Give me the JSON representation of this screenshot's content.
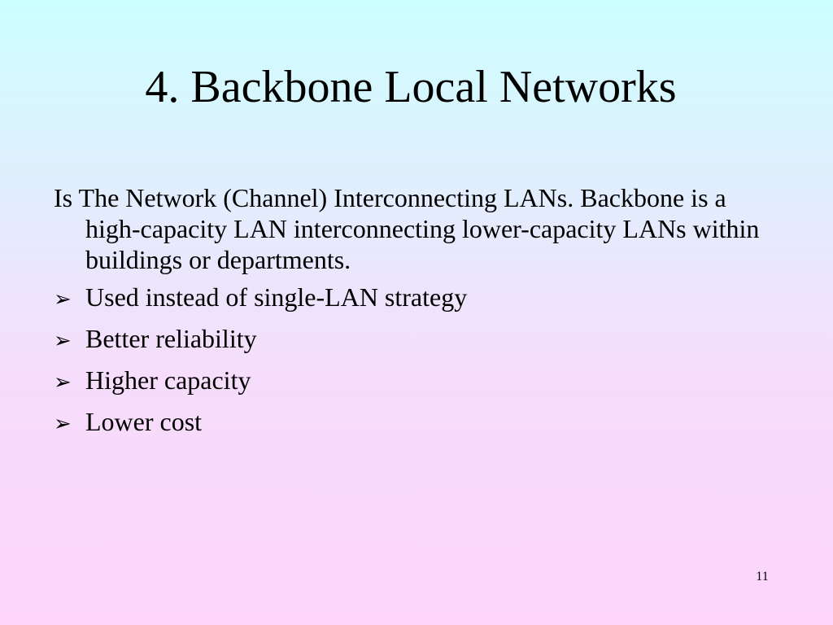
{
  "slide": {
    "title": "4. Backbone Local Networks",
    "intro": "Is The Network (Channel) Interconnecting LANs. Backbone is a high-capacity LAN interconnecting lower-capacity LANs within buildings or departments.",
    "bullets": [
      {
        "icon": "arrow-bullet-icon",
        "label": "Used instead of single-LAN strategy"
      },
      {
        "icon": "arrow-bullet-icon",
        "label": "Better reliability"
      },
      {
        "icon": "arrow-bullet-icon",
        "label": "Higher capacity"
      },
      {
        "icon": "arrow-bullet-icon",
        "label": "Lower cost"
      }
    ],
    "bullet_glyph": "➢",
    "slide_number": "11"
  },
  "colors": {
    "background_top": "#ccffff",
    "background_bottom": "#fdd5fd",
    "text": "#000000"
  }
}
